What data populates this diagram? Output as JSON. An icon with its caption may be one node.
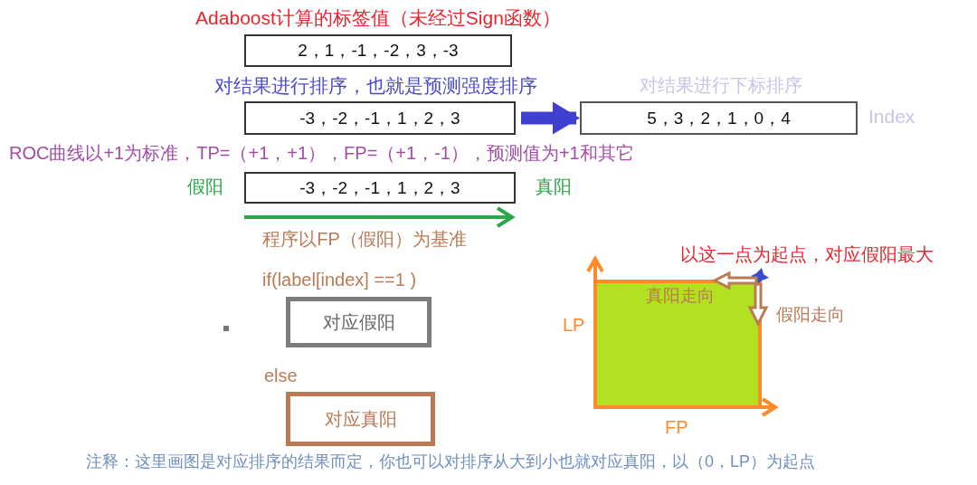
{
  "diagram": {
    "nodes": [
      {
        "text": [
          "Adaboost计算的标签值（未经过Sign函数）",
          "2，1，-1，-2，3，-3"
        ]
      },
      {
        "text": [
          "对结果进行排序，也就是预测强度排序",
          "-3，-2，-1，1，2，3"
        ]
      },
      {
        "text": [
          "对结果进行下标排序",
          "5，3，2，1，0，4"
        ],
        "beside": [
          "Index"
        ]
      },
      {
        "text": [
          "-3，-2，-1，1，2，3"
        ],
        "beside": [
          "假阳",
          "真阳"
        ]
      },
      {
        "text": [
          "if(label[index] ==1 )",
          "对应假阳"
        ]
      },
      {
        "text": [
          "else",
          "对应真阳"
        ]
      }
    ],
    "edges": [
      {
        "from": 1,
        "to": 2,
        "arrow": "to"
      }
    ],
    "labels": [
      "ROC曲线以+1为标准，TP=（+1，+1），FP=（+1，-1），预测值为+1和其它",
      "程序以FP（假阳）为基准",
      "以这一点为起点，对应假阳最大",
      "真阳走向",
      "LP",
      "假阳走向",
      "FP",
      "注释：这里画图是对应排序的结果而定，你也可以对排序从大到小也就对应真阳，以（0，LP）为起点"
    ]
  }
}
